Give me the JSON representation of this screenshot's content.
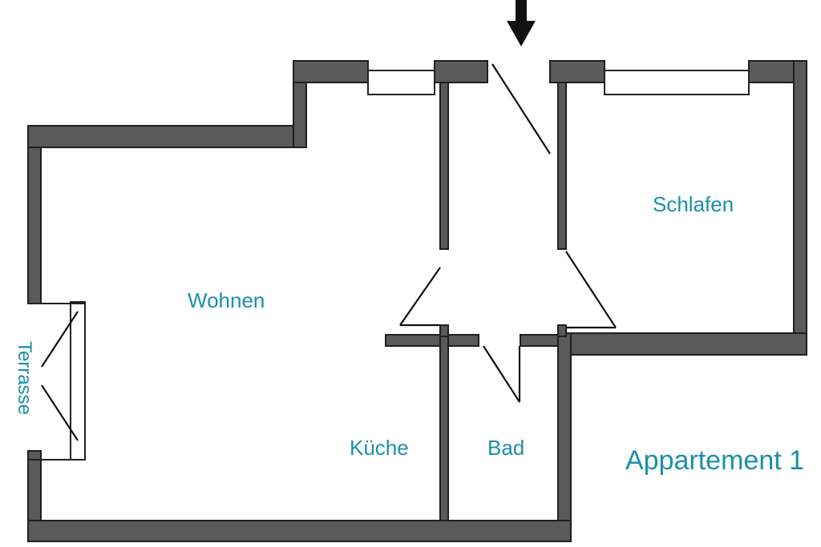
{
  "rooms": {
    "wohnen": "Wohnen",
    "schlafen": "Schlafen",
    "kueche": "Küche",
    "bad": "Bad",
    "terrasse": "Terrasse"
  },
  "title": "Appartement 1",
  "colors": {
    "label": "#1b8fab",
    "wall": "#5a5a5a",
    "line": "#111111"
  },
  "icons": {
    "entrance": "arrow-down-icon"
  }
}
